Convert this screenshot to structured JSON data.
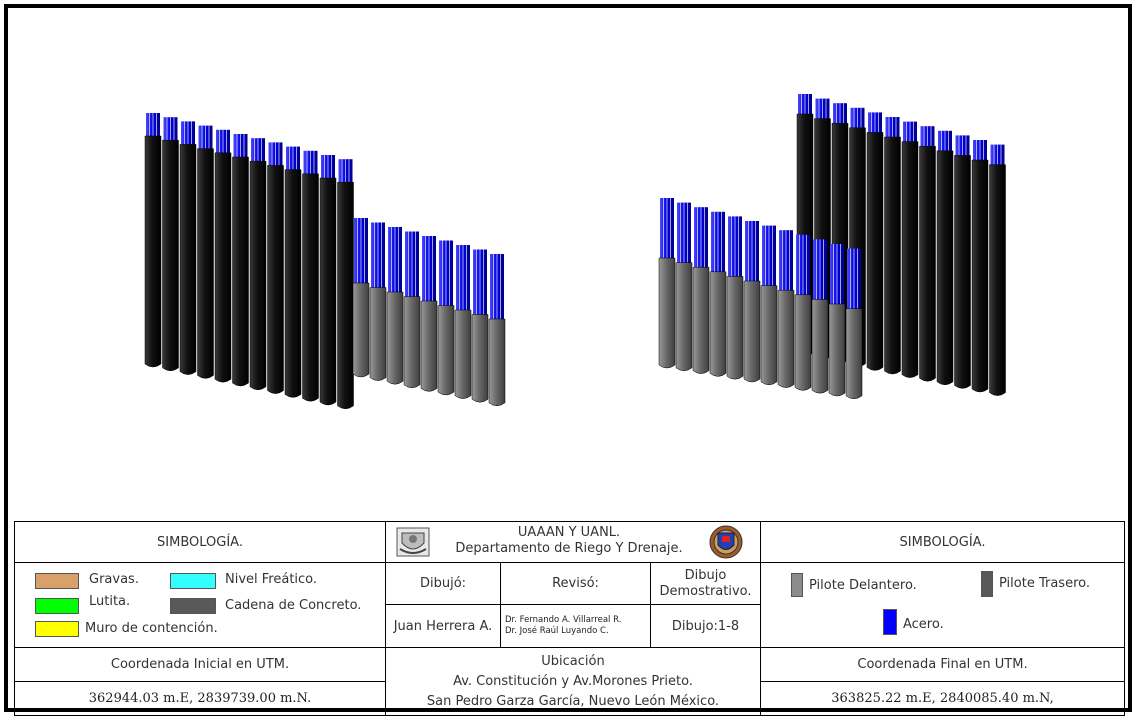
{
  "title_block": {
    "institution": {
      "name": "UAAAN Y UANL.",
      "department": "Departamento de Riego Y Drenaje."
    },
    "left_legend": {
      "heading": "SIMBOLOGÍA.",
      "items": [
        {
          "label": "Gravas.",
          "color": "#d9a06b"
        },
        {
          "label": "Nivel Freático.",
          "color": "#33ffff"
        },
        {
          "label": "Lutita.",
          "color": "#00ff00"
        },
        {
          "label": "Cadena de Concreto.",
          "color": "#595959"
        },
        {
          "label": "Muro de contención.",
          "color": "#ffff00"
        }
      ]
    },
    "right_legend": {
      "heading": "SIMBOLOGÍA.",
      "items": [
        {
          "label": "Pilote Delantero.",
          "color": "#8c8c8c"
        },
        {
          "label": "Pilote Trasero.",
          "color": "#595959"
        },
        {
          "label": "Acero.",
          "color": "#0000ff"
        }
      ]
    },
    "credits": {
      "drew_label": "Dibujó:",
      "drew_name": "Juan Herrera A.",
      "reviewed_label": "Revisó:",
      "reviewer_1": "Dr. Fernando A. Villarreal R.",
      "reviewer_2": "Dr. José Raúl Luyando C.",
      "type_line_1": "Dibujo",
      "type_line_2": "Demostrativo.",
      "drawing_number": "Dibujo:1-8"
    },
    "location": {
      "heading": "Ubicación",
      "line_1": "Av. Constitución y Av.Morones Prieto.",
      "line_2": "San Pedro Garza García, Nuevo León México."
    },
    "coord_start": {
      "label": "Coordenada Inicial en UTM.",
      "value": "362944.03 m.E, 2839739.00 m.N."
    },
    "coord_end": {
      "label": "Coordenada Final en UTM.",
      "value": "363825.22 m.E, 2840085.40 m.N,"
    }
  },
  "colors": {
    "pile_rear": "#1a1a1a",
    "pile_front": "#6e6e6e",
    "steel": "#1010e6"
  }
}
